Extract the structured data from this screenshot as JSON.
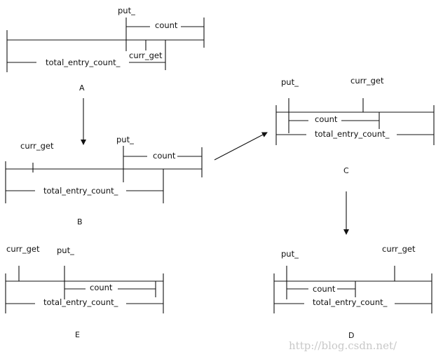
{
  "labels": {
    "put": "put_",
    "curr_get": "curr_get",
    "count": "count",
    "total": "total_entry_count_"
  },
  "panels": {
    "A": "A",
    "B": "B",
    "C": "C",
    "D": "D",
    "E": "E"
  },
  "watermark": "http://blog.csdn.net/"
}
